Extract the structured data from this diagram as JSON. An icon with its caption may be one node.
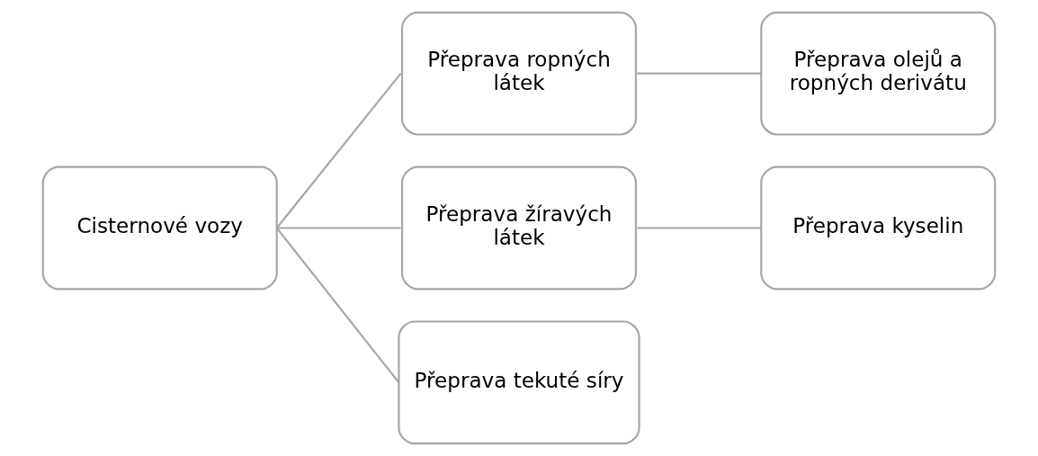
{
  "diagram": {
    "nodes": [
      {
        "text": [
          "Cisternové vozy"
        ]
      },
      {
        "text": [
          "Přeprava ropných látek"
        ]
      },
      {
        "text": [
          "Přeprava olejů a ropných derivátu"
        ]
      },
      {
        "text": [
          "Přeprava žíravých látek"
        ]
      },
      {
        "text": [
          "Přeprava kyselin"
        ]
      },
      {
        "text": [
          "Přeprava tekuté síry"
        ]
      }
    ],
    "edges": [
      {
        "from": 0,
        "to": 1,
        "arrow": "none"
      },
      {
        "from": 0,
        "to": 3,
        "arrow": "none"
      },
      {
        "from": 0,
        "to": 5,
        "arrow": "none"
      },
      {
        "from": 1,
        "to": 2,
        "arrow": "none"
      },
      {
        "from": 3,
        "to": 4,
        "arrow": "none"
      }
    ]
  }
}
